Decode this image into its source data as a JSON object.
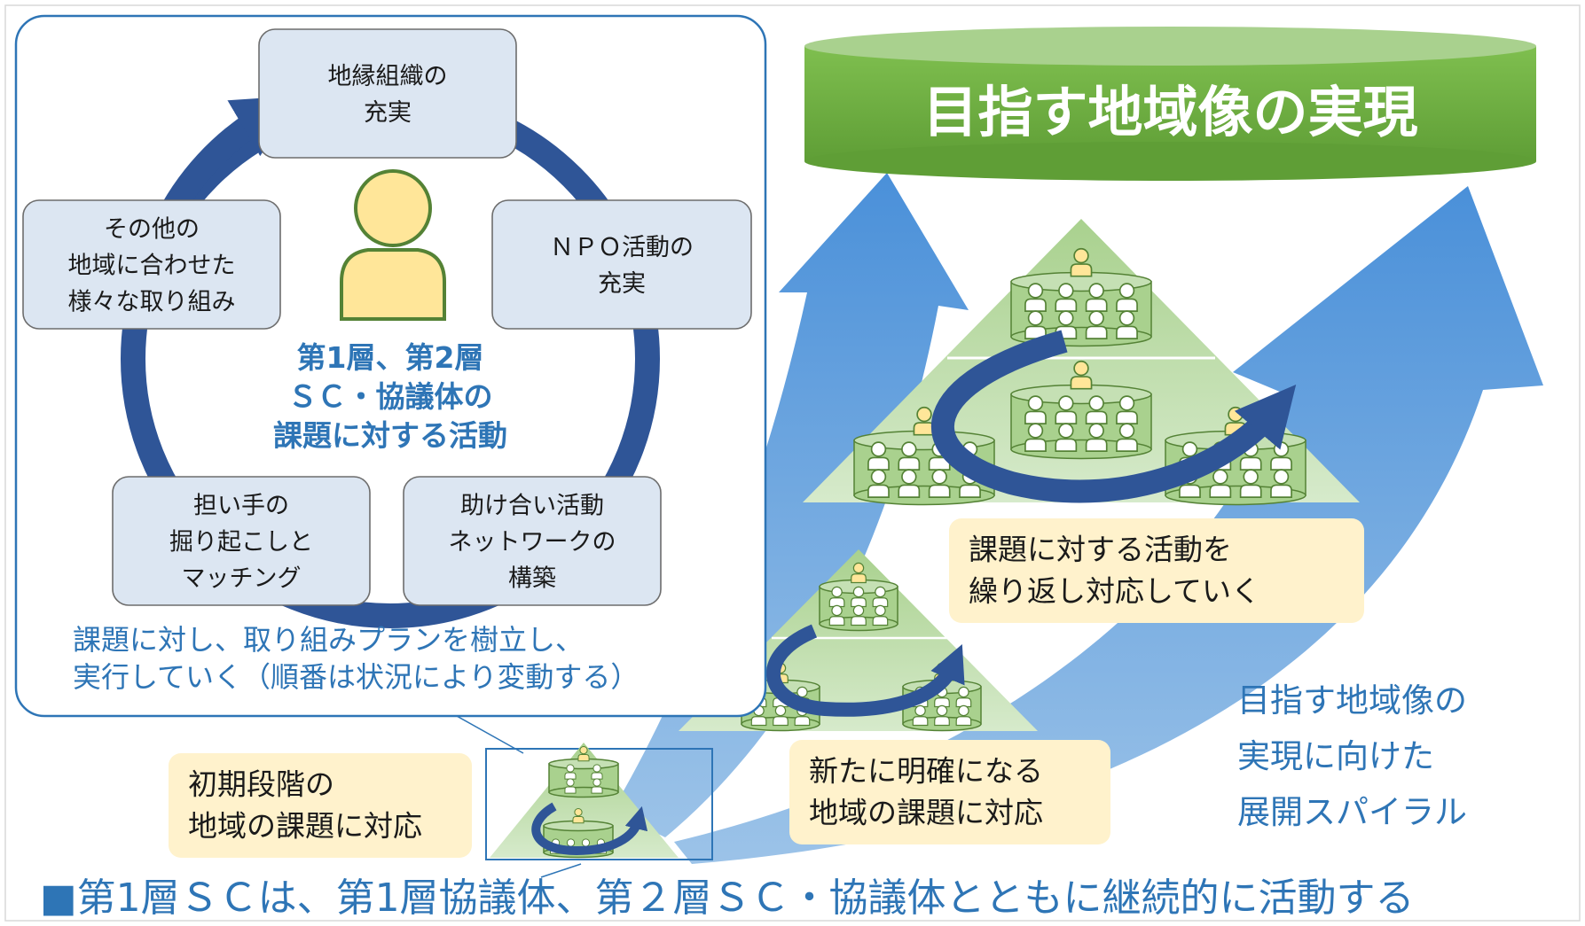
{
  "cycle_panel": {
    "boxes": {
      "top": [
        "地縁組織の",
        "充実"
      ],
      "right": [
        "ＮＰＯ活動の",
        "充実"
      ],
      "bottom_right": [
        "助け合い活動",
        "ネットワークの",
        "構築"
      ],
      "bottom_left": [
        "担い手の",
        "掘り起こしと",
        "マッチング"
      ],
      "left": [
        "その他の",
        "地域に合わせた",
        "様々な取り組み"
      ]
    },
    "center_title": [
      "第1層、第2層",
      "ＳＣ・協議体の",
      "課題に対する活動"
    ],
    "plan_note": [
      "課題に対し、取り組みプランを樹立し、",
      "実行していく（順番は状況により変動する）"
    ]
  },
  "goal_banner": "目指す地域像の実現",
  "callouts": {
    "initial": [
      "初期段階の",
      "地域の課題に対応"
    ],
    "new_issues": [
      "新たに明確になる",
      "地域の課題に対応"
    ],
    "repeat": [
      "課題に対する活動を",
      "繰り返し対応していく"
    ]
  },
  "spiral_caption": [
    "目指す地域像の",
    "実現に向けた",
    "展開スパイラル"
  ],
  "bottom_note": "■第1層ＳＣは、第1層協議体、第２層ＳＣ・協議体とともに継続的に活動する",
  "colors": {
    "cycle_ring": "#2f5597",
    "panel_border": "#2e75b6",
    "box_fill": "#dce6f2",
    "person_fill": "#ffe699",
    "person_stroke": "#548235",
    "banner_green": "#70ad47",
    "pyramid_green": "#c5e0b4",
    "callout_fill": "#fff2cc",
    "blue_text": "#2e75b6",
    "spiral_arrow": "#5b9bd5"
  }
}
